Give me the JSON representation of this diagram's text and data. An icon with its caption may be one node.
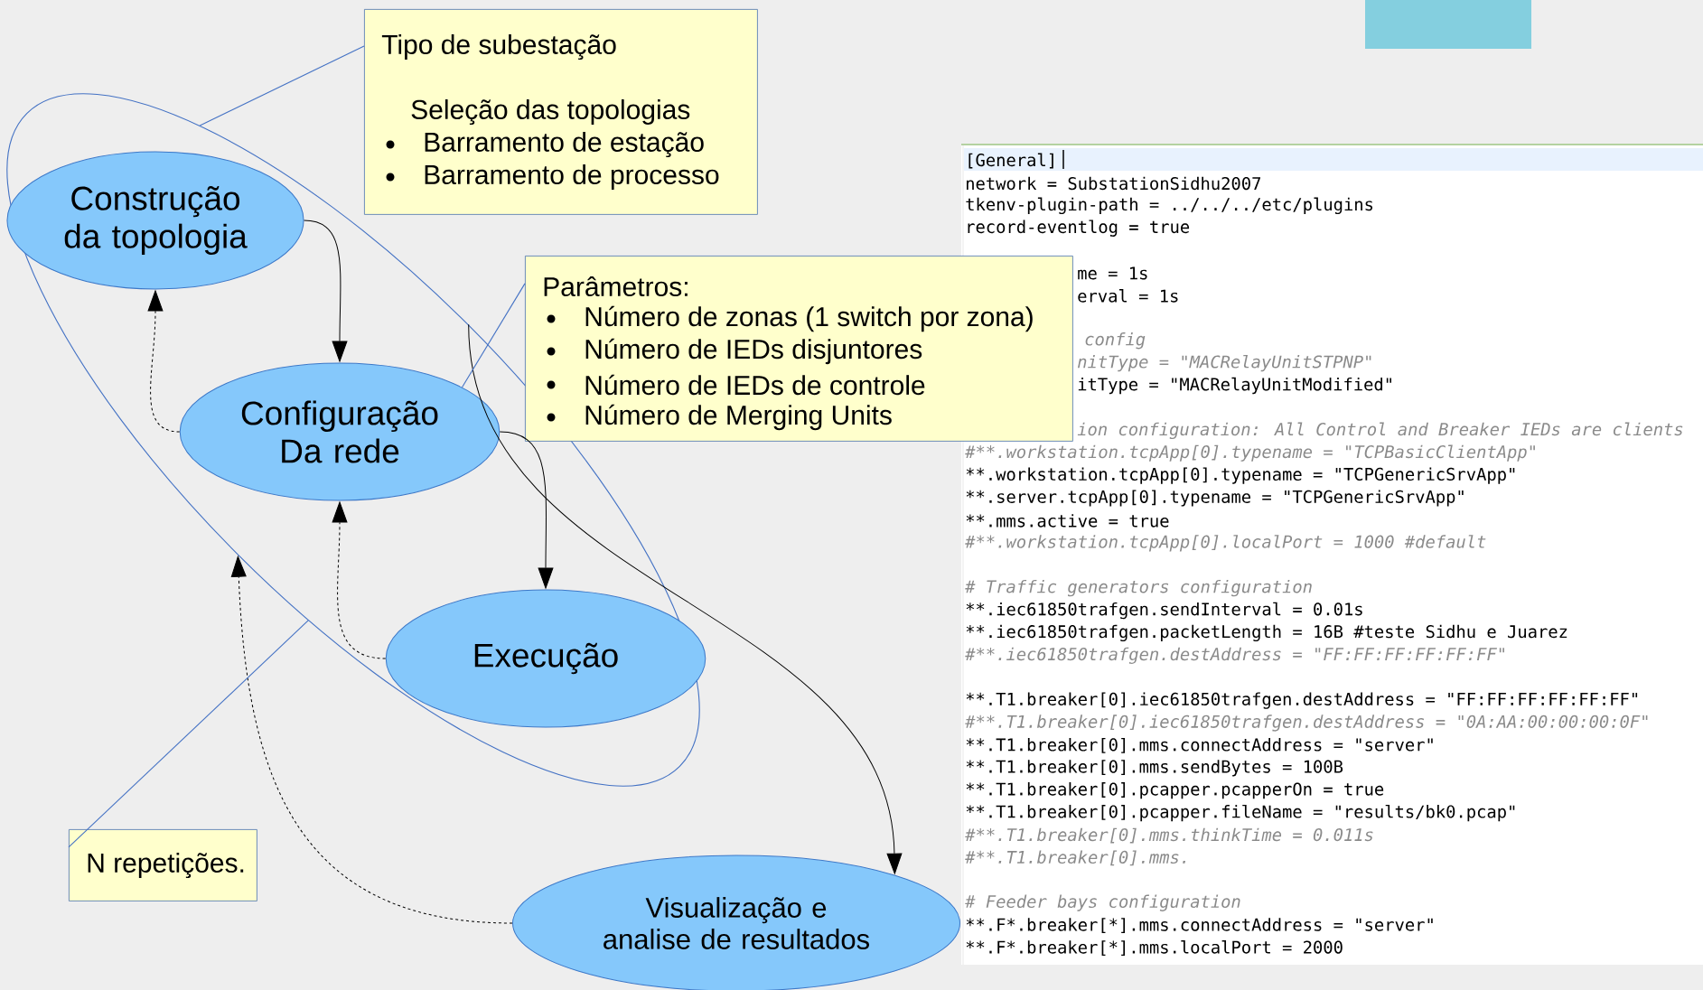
{
  "diagram": {
    "nodes": [
      {
        "text": [
          "Construção da topologia"
        ],
        "in": 7
      },
      {
        "text": [
          "Configuração Da rede"
        ],
        "in": 7
      },
      {
        "text": [
          "Execução"
        ],
        "in": 7
      },
      {
        "text": [
          "Visualização e analise de resultados"
        ]
      },
      {
        "text": [
          "Tipo de subestação",
          "Seleção das topologias",
          "Barramento de estação",
          "Barramento de processo"
        ]
      },
      {
        "text": [
          "Parâmetros:",
          "Número de zonas (1 switch por zona)",
          "Número de IEDs disjuntores",
          "Número de IEDs de controle",
          "Número de Merging Units"
        ]
      },
      {
        "text": [
          "N repetições."
        ]
      },
      {
        "text": [],
        "shape": "ellipse"
      }
    ],
    "edges": [
      {
        "from": 0,
        "to": 1,
        "arrow": "to"
      },
      {
        "from": 1,
        "to": 2,
        "arrow": "to"
      },
      {
        "from": 1,
        "to": 0,
        "arrow": "to",
        "style": "dashed"
      },
      {
        "from": 2,
        "to": 1,
        "arrow": "to",
        "style": "dashed"
      },
      {
        "from": 7,
        "to": 3,
        "arrow": "to"
      },
      {
        "from": 3,
        "to": 7,
        "arrow": "to",
        "style": "dashed"
      },
      {
        "from": 4,
        "to": 7,
        "arrow": "none",
        "color": "#4472c4"
      },
      {
        "from": 5,
        "to": 1,
        "arrow": "none",
        "color": "#4472c4"
      },
      {
        "from": 6,
        "to": 7,
        "arrow": "none",
        "color": "#4472c4"
      }
    ],
    "labels": [
      "[General]",
      "network = SubstationSidhu2007",
      "tkenv-plugin-path = ../../../etc/plugins",
      "record-eventlog = true",
      "me = 1s",
      "erval = 1s",
      "config",
      "nitType = \"MACRelayUnitSTPNP\"",
      "itType = \"MACRelayUnitModified\"",
      "ion configuration: All Control and Breaker IEDs are clients",
      "#**.workstation.tcpApp[0].typename = \"TCPBasicClientApp\"",
      "**.workstation.tcpApp[0].typename = \"TCPGenericSrvApp\"",
      "**.server.tcpApp[0].typename = \"TCPGenericSrvApp\"",
      "**.mms.active = true",
      "#**.workstation.tcpApp[0].localPort = 1000 #default",
      "# Traffic generators configuration",
      "**.iec61850trafgen.sendInterval = 0.01s",
      "**.iec61850trafgen.packetLength = 16B #teste Sidhu e Juarez",
      "#**.iec61850trafgen.destAddress = \"FF:FF:FF:FF:FF:FF\"",
      "**.T1.breaker[0].iec61850trafgen.destAddress = \"FF:FF:FF:FF:FF:FF\"",
      "#**.T1.breaker[0].iec61850trafgen.destAddress = \"0A:AA:00:00:00:0F\"",
      "**.T1.breaker[0].mms.connectAddress = \"server\"",
      "**.T1.breaker[0].mms.sendBytes = 100B",
      "**.T1.breaker[0].pcapper.pcapperOn = true",
      "**.T1.breaker[0].pcapper.fileName = \"results/bk0.pcap\"",
      "#**.T1.breaker[0].mms.thinkTime = 0.011s",
      "#**.T1.breaker[0].mms.",
      "# Feeder bays configuration",
      "**.F*.breaker[*].mms.connectAddress = \"server\"",
      "**.F*.breaker[*].mms.localPort = 2000"
    ]
  }
}
